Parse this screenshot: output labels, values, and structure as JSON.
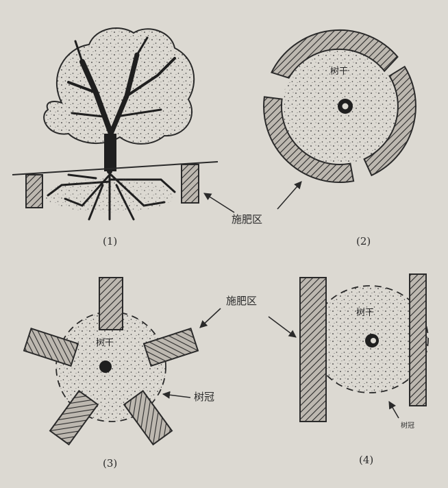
{
  "panels": [
    {
      "label": "(1)"
    },
    {
      "label": "(2)",
      "trunk": "树干"
    },
    {
      "label": "(3)",
      "trunk": "树干"
    },
    {
      "label": "(4)",
      "trunk": "树干"
    }
  ],
  "annotations": {
    "fertilizer_zone_1": "施肥区",
    "fertilizer_zone_3": "施肥区",
    "crown_3": "树冠",
    "crown_4": "树冠"
  },
  "colors": {
    "background": "#dcd9d2",
    "ink": "#2a2a2a",
    "hatch_fill": "#bdb8b0"
  }
}
